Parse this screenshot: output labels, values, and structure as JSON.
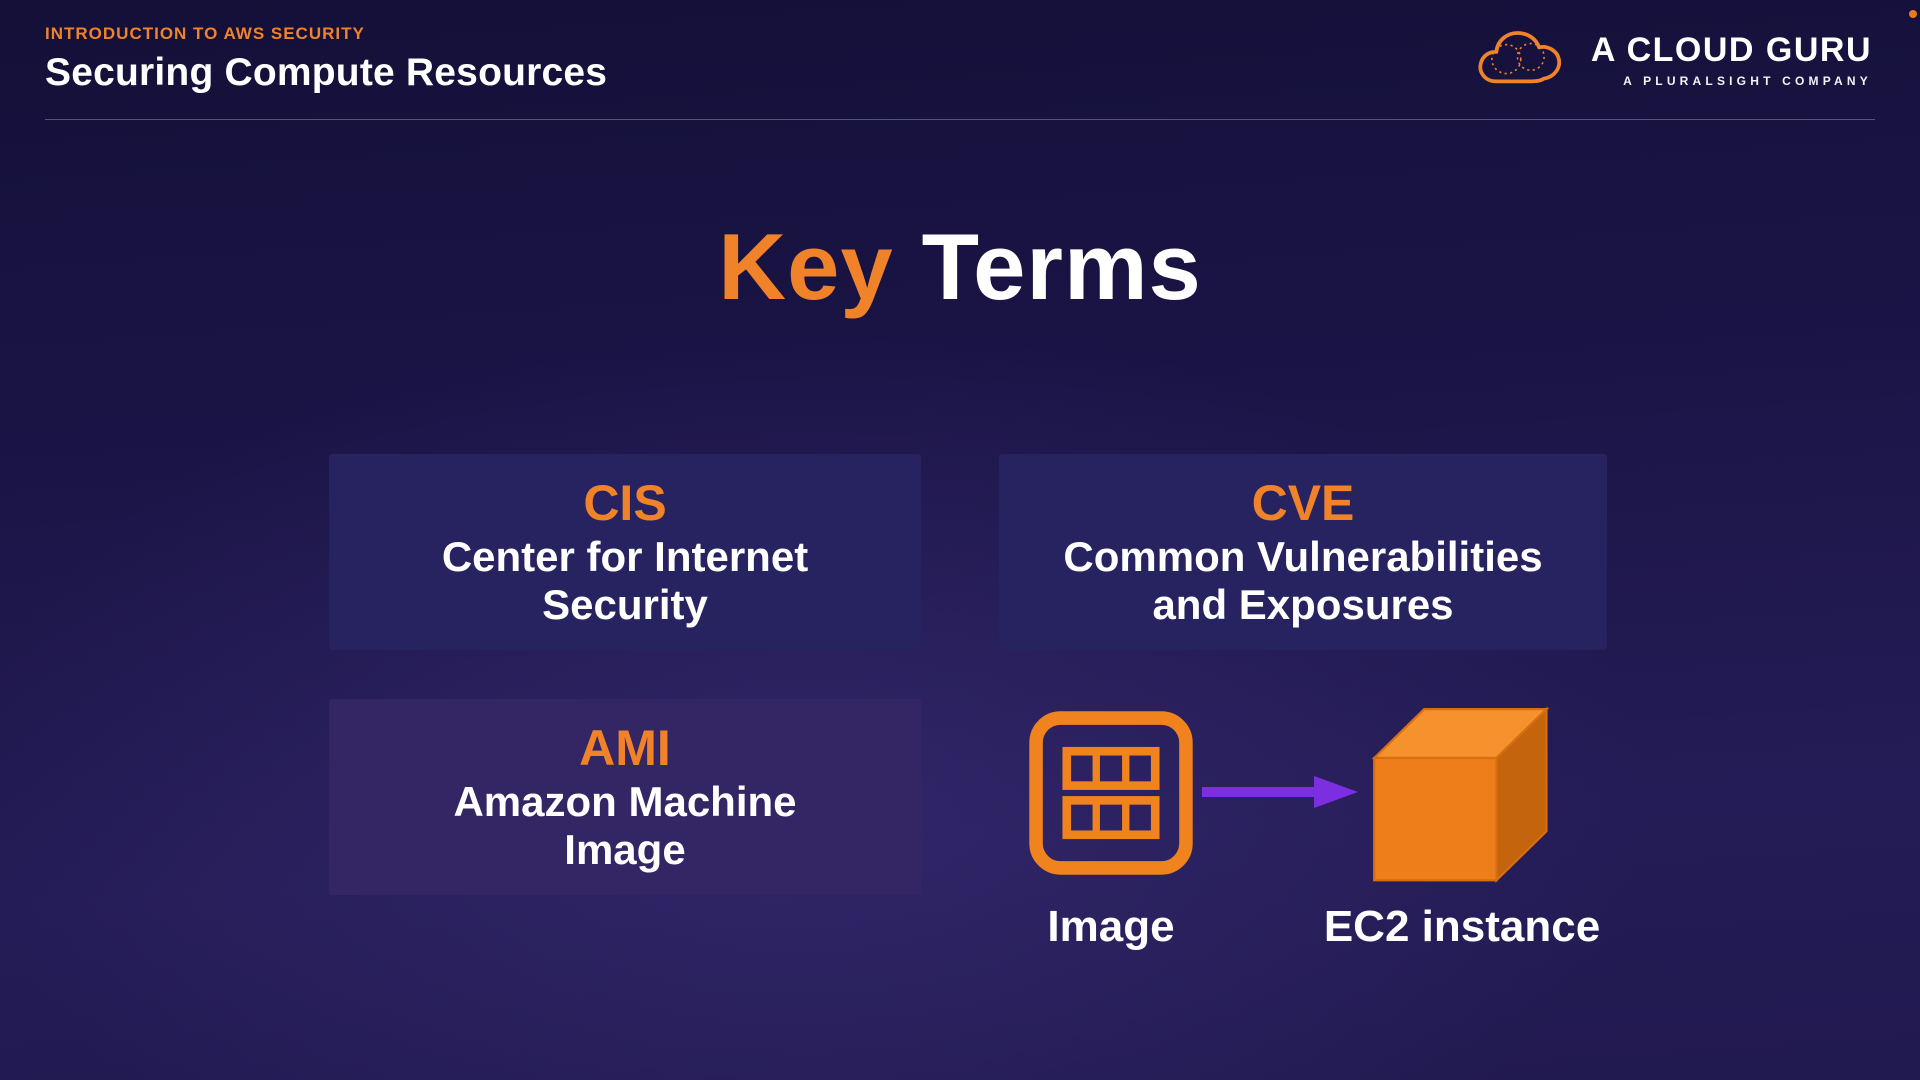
{
  "header": {
    "eyebrow": "INTRODUCTION TO AWS SECURITY",
    "title": "Securing Compute Resources",
    "logo": {
      "name": "A CLOUD GURU",
      "subtitle": "A PLURALSIGHT COMPANY"
    }
  },
  "slide": {
    "title_accent": "Key",
    "title_rest": "Terms",
    "cards": [
      {
        "acronym": "CIS",
        "definition": "Center for Internet\nSecurity"
      },
      {
        "acronym": "CVE",
        "definition": "Common Vulnerabilities\nand Exposures"
      },
      {
        "acronym": "AMI",
        "definition": "Amazon Machine\nImage"
      }
    ],
    "diagram": {
      "image_label": "Image",
      "instance_label": "EC2 instance"
    }
  },
  "colors": {
    "accent_orange": "#F0822A",
    "arrow_purple": "#7B2FE0",
    "background_dark": "#1A1445",
    "card_bg": "#272260",
    "card_bg_alt": "#342665",
    "cube_front": "#EE7E19",
    "cube_top": "#F5922E",
    "cube_side": "#C4650E"
  }
}
